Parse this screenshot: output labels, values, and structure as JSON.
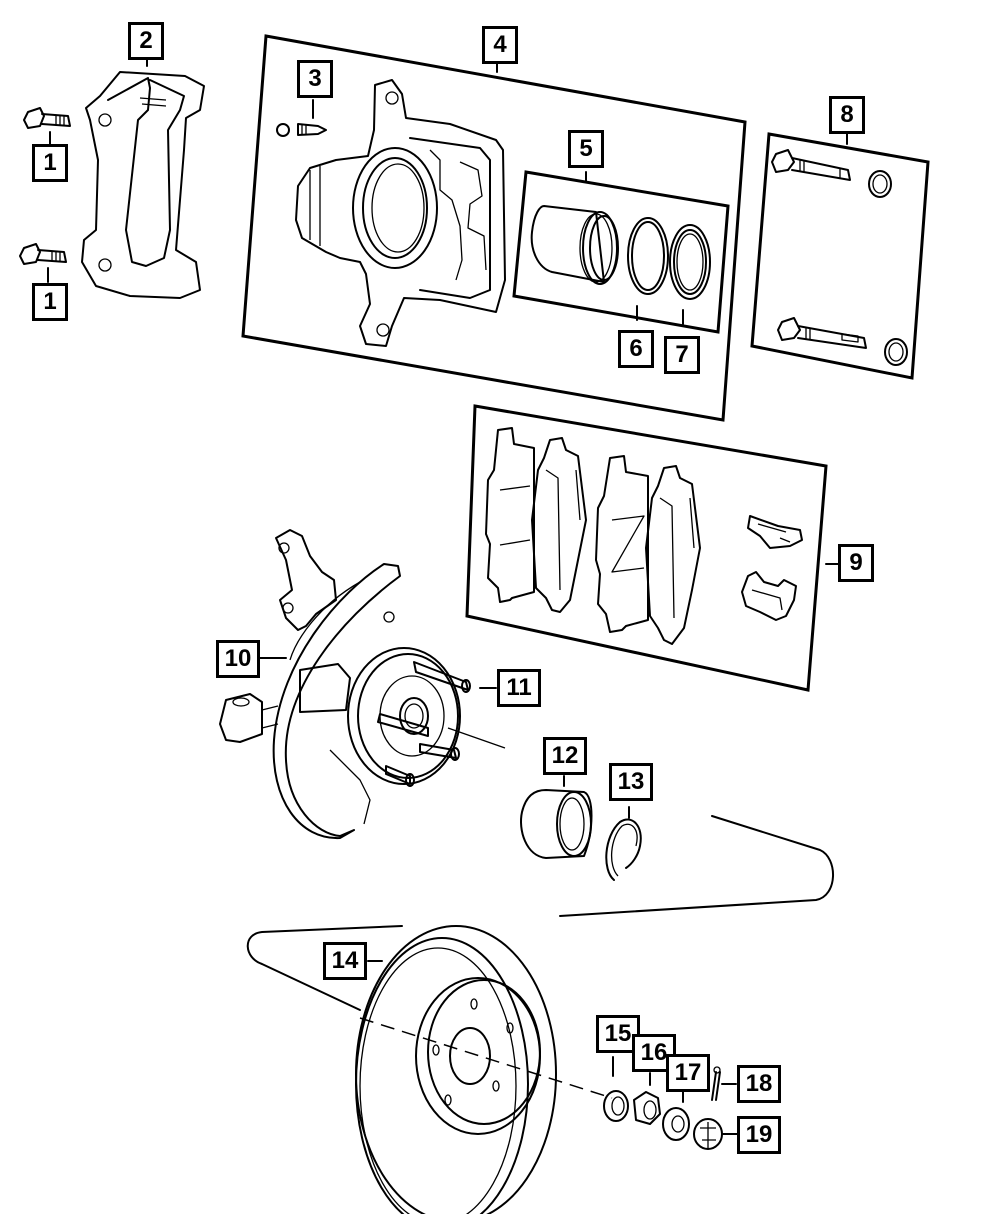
{
  "diagram": {
    "title": "Front Brake and Hub Exploded Parts Diagram",
    "callouts": [
      {
        "id": "c1a",
        "label": "1",
        "part": "caliper-bolt"
      },
      {
        "id": "c1b",
        "label": "1",
        "part": "caliper-bolt"
      },
      {
        "id": "c2",
        "label": "2",
        "part": "caliper-adapter-bracket"
      },
      {
        "id": "c3",
        "label": "3",
        "part": "bleeder-screw-and-cap"
      },
      {
        "id": "c4",
        "label": "4",
        "part": "disc-brake-caliper"
      },
      {
        "id": "c5",
        "label": "5",
        "part": "piston-seal-kit"
      },
      {
        "id": "c6",
        "label": "6",
        "part": "piston-seal"
      },
      {
        "id": "c7",
        "label": "7",
        "part": "dust-boot"
      },
      {
        "id": "c8",
        "label": "8",
        "part": "guide-pin-bolt-kit"
      },
      {
        "id": "c9",
        "label": "9",
        "part": "brake-pad-kit"
      },
      {
        "id": "c10",
        "label": "10",
        "part": "steering-knuckle-and-shield"
      },
      {
        "id": "c11",
        "label": "11",
        "part": "wheel-stud"
      },
      {
        "id": "c12",
        "label": "12",
        "part": "hub-bearing"
      },
      {
        "id": "c13",
        "label": "13",
        "part": "retaining-snap-ring"
      },
      {
        "id": "c14",
        "label": "14",
        "part": "brake-rotor"
      },
      {
        "id": "c15",
        "label": "15",
        "part": "washer"
      },
      {
        "id": "c16",
        "label": "16",
        "part": "hub-nut"
      },
      {
        "id": "c17",
        "label": "17",
        "part": "nut-retainer-washer"
      },
      {
        "id": "c18",
        "label": "18",
        "part": "cotter-pin"
      },
      {
        "id": "c19",
        "label": "19",
        "part": "castle-nut-lock"
      }
    ]
  },
  "colors": {
    "line": "#000000",
    "background": "#ffffff"
  }
}
